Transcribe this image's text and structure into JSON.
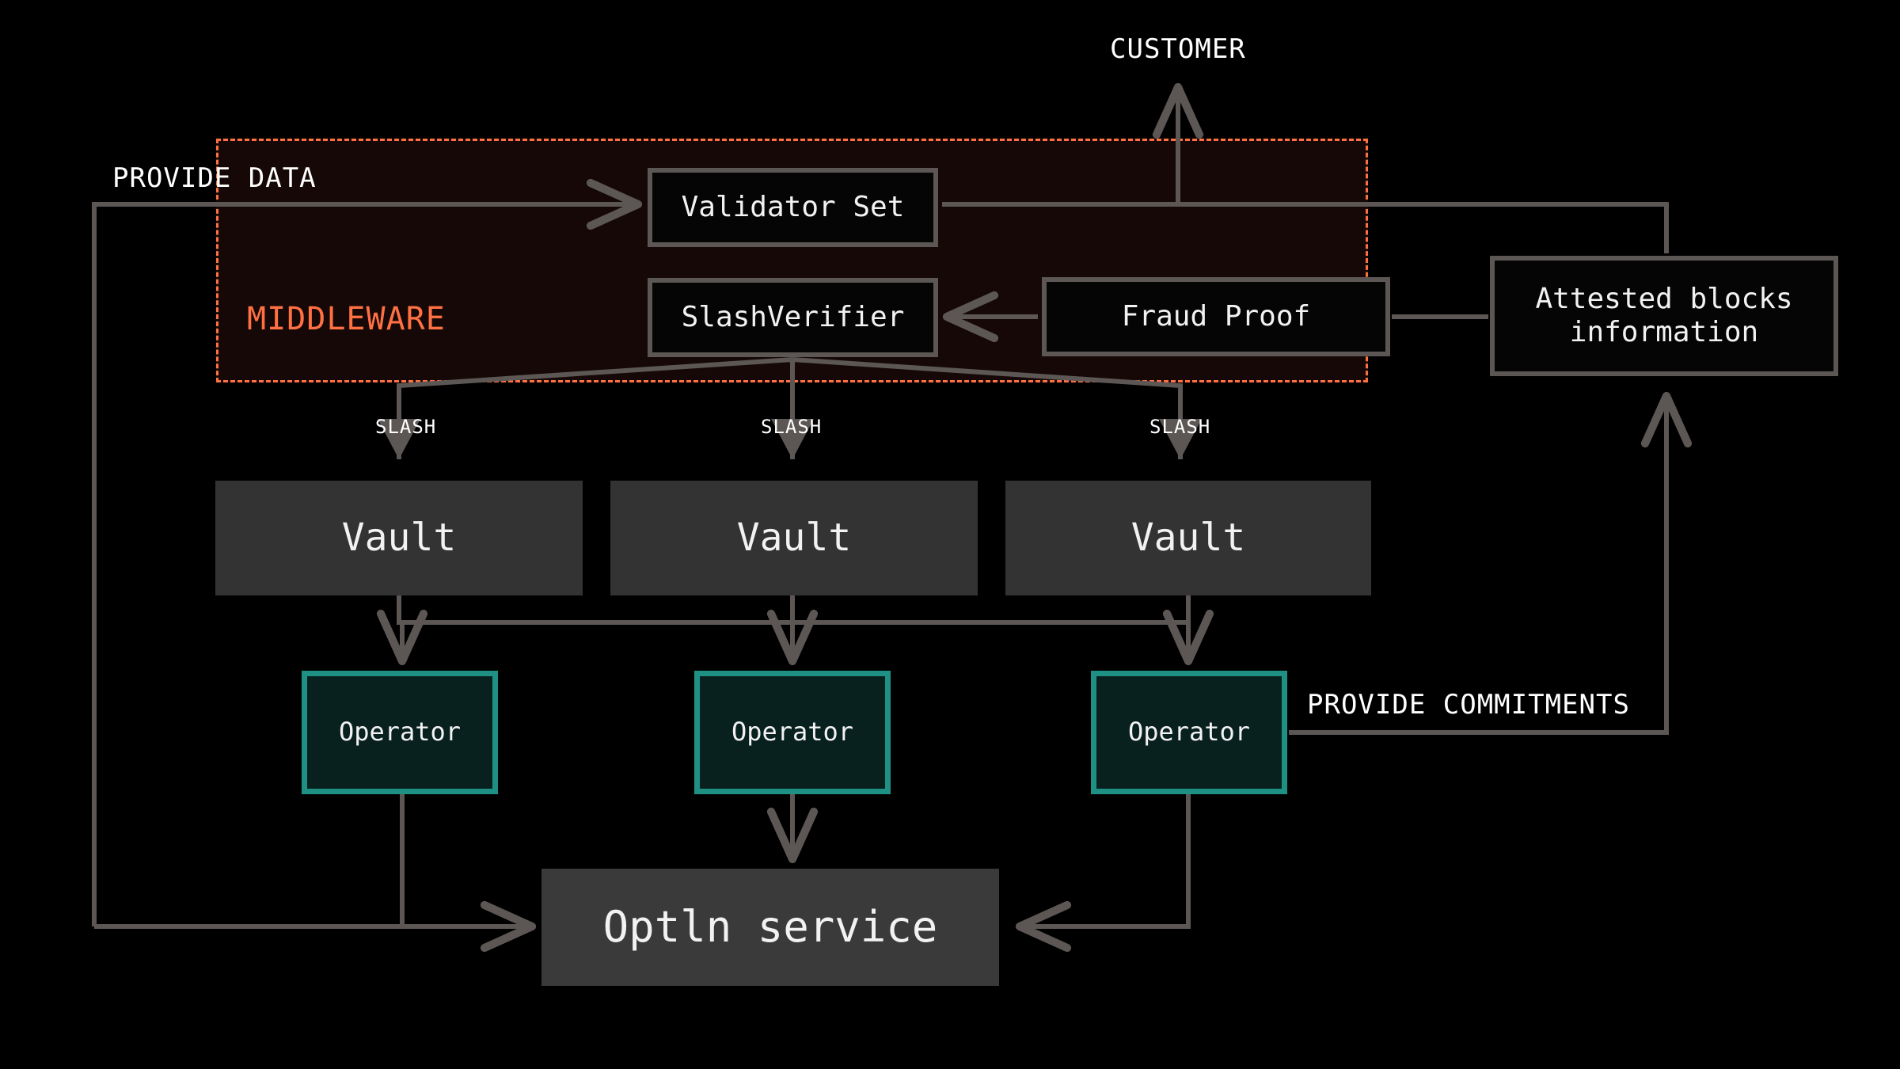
{
  "diagram": {
    "title": "Middleware slashing and commitment architecture",
    "background_color": "#000000",
    "wire_color": "#5c5754",
    "accent_color": "#ff7043",
    "operator_accent_color": "#1f9184",
    "middleware_fill": "#150806"
  },
  "zones": {
    "middleware": {
      "label": "MIDDLEWARE"
    }
  },
  "nodes": {
    "validator_set": {
      "label": "Validator Set"
    },
    "slash_verifier": {
      "label": "SlashVerifier"
    },
    "fraud_proof": {
      "label": "Fraud Proof"
    },
    "attested_blocks": {
      "label": "Attested blocks\ninformation"
    },
    "vaults": [
      {
        "label": "Vault"
      },
      {
        "label": "Vault"
      },
      {
        "label": "Vault"
      }
    ],
    "operators": [
      {
        "label": "Operator"
      },
      {
        "label": "Operator"
      },
      {
        "label": "Operator"
      }
    ],
    "optin_service": {
      "label": "Optln service"
    }
  },
  "edge_labels": {
    "customer": "CUSTOMER",
    "provide_data": "PROVIDE DATA",
    "provide_commitments": "PROVIDE COMMITMENTS",
    "slash": [
      "SLASH",
      "SLASH",
      "SLASH"
    ]
  }
}
